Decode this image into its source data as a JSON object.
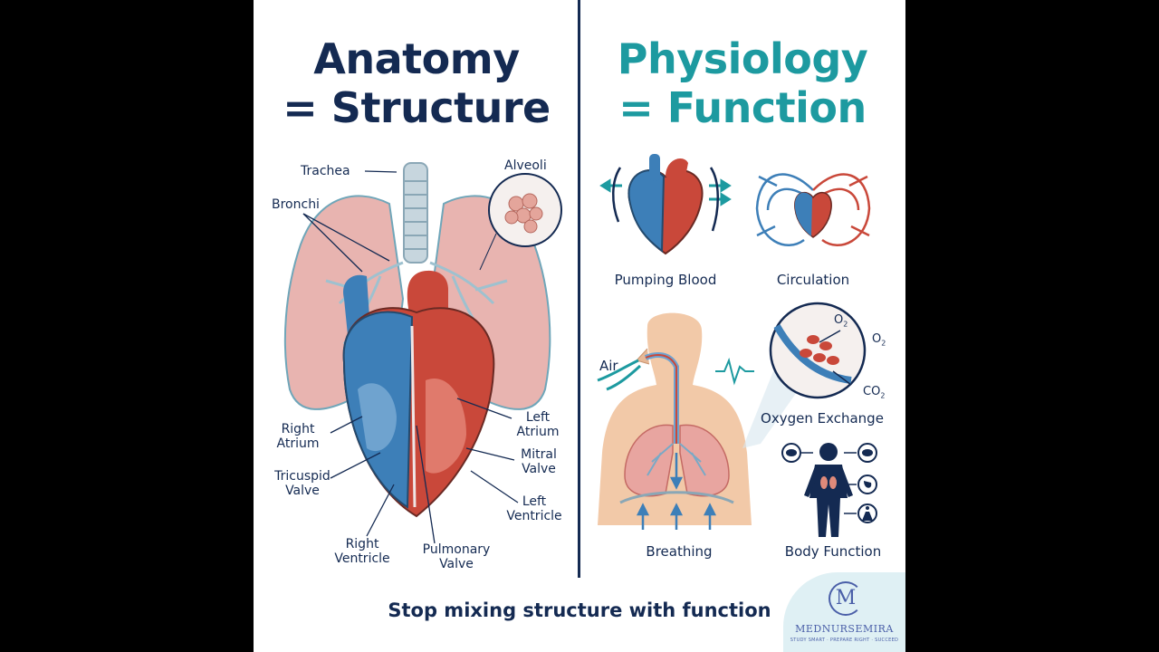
{
  "titles": {
    "anatomy_line1": "Anatomy",
    "anatomy_line2": "= Structure",
    "physiology_line1": "Physiology",
    "physiology_line2": "= Function"
  },
  "anatomy_labels": {
    "trachea": "Trachea",
    "bronchi": "Bronchi",
    "alveoli": "Alveoli",
    "right_atrium_1": "Right",
    "right_atrium_2": "Atrium",
    "left_atrium_1": "Left",
    "left_atrium_2": "Atrium",
    "mitral_1": "Mitral",
    "mitral_2": "Valve",
    "tricuspid_1": "Tricuspid",
    "tricuspid_2": "Valve",
    "left_ventricle_1": "Left",
    "left_ventricle_2": "Ventricle",
    "right_ventricle_1": "Right",
    "right_ventricle_2": "Ventricle",
    "pulmonary_1": "Pulmonary",
    "pulmonary_2": "Valve"
  },
  "physiology_labels": {
    "pumping_blood": "Pumping Blood",
    "circulation": "Circulation",
    "air": "Air",
    "o2_top": "O",
    "o2_right": "O",
    "co2": "CO",
    "subscript_2": "2",
    "oxygen_exchange": "Oxygen Exchange",
    "breathing": "Breathing",
    "body_function": "Body Function"
  },
  "footer": "Stop mixing structure with function",
  "brand": {
    "mark": "M",
    "name": "MEDNURSEMIRA",
    "tagline": "STUDY SMART · PREPARE RIGHT · SUCCEED"
  },
  "colors": {
    "navy": "#142a52",
    "teal": "#1d9aa0",
    "artery_red": "#c9483a",
    "vein_blue": "#3d7fb8",
    "lung_pink": "#e8b4b0"
  }
}
